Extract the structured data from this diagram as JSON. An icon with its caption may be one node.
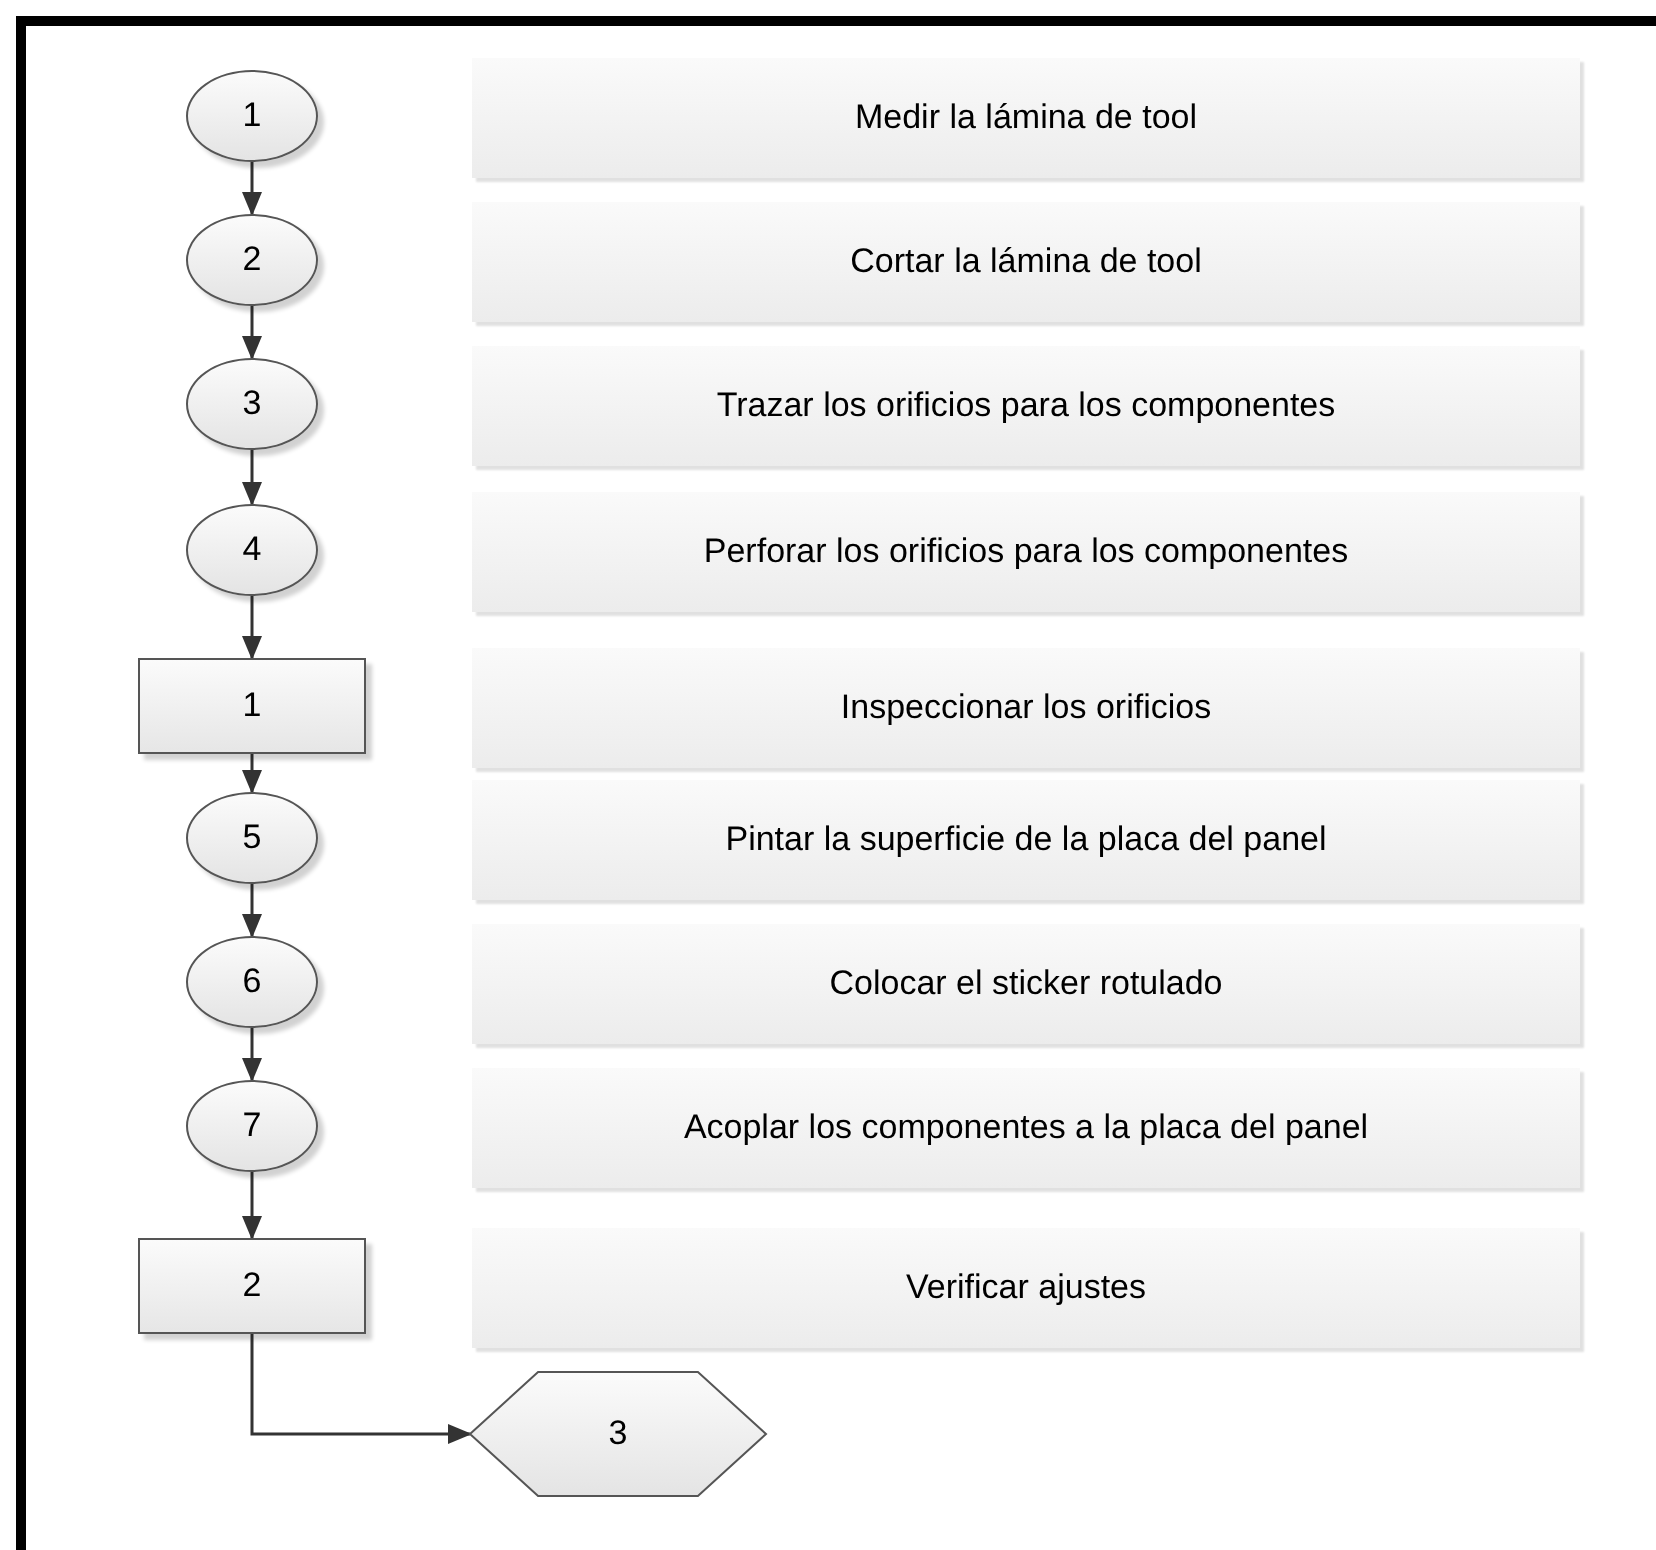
{
  "diagram": {
    "nodes": [
      {
        "text": [
          "1"
        ]
      },
      {
        "text": [
          "Medir la lámina de tool"
        ]
      },
      {
        "text": [
          "2"
        ]
      },
      {
        "text": [
          "Cortar la lámina de tool"
        ]
      },
      {
        "text": [
          "3"
        ]
      },
      {
        "text": [
          "Trazar los orificios para los componentes"
        ]
      },
      {
        "text": [
          "4"
        ]
      },
      {
        "text": [
          "Perforar los orificios para los componentes"
        ]
      },
      {
        "text": [
          "1"
        ]
      },
      {
        "text": [
          "Inspeccionar los orificios"
        ]
      },
      {
        "text": [
          "5"
        ]
      },
      {
        "text": [
          "Pintar la superficie de la placa del panel"
        ]
      },
      {
        "text": [
          "6"
        ]
      },
      {
        "text": [
          "Colocar el sticker rotulado"
        ]
      },
      {
        "text": [
          "7"
        ]
      },
      {
        "text": [
          "Acoplar los componentes a la placa del panel"
        ]
      },
      {
        "text": [
          "2"
        ]
      },
      {
        "text": [
          "Verificar ajustes"
        ]
      },
      {
        "text": [
          "3"
        ]
      }
    ],
    "edges": [
      {
        "from": 0,
        "to": 2,
        "arrow": "to"
      },
      {
        "from": 2,
        "to": 4,
        "arrow": "to"
      },
      {
        "from": 4,
        "to": 6,
        "arrow": "to"
      },
      {
        "from": 6,
        "to": 8,
        "arrow": "to"
      },
      {
        "from": 8,
        "to": 10,
        "arrow": "to"
      },
      {
        "from": 10,
        "to": 12,
        "arrow": "to"
      },
      {
        "from": 12,
        "to": 14,
        "arrow": "to"
      },
      {
        "from": 14,
        "to": 16,
        "arrow": "to"
      },
      {
        "from": 16,
        "to": 18,
        "arrow": "to"
      }
    ]
  }
}
